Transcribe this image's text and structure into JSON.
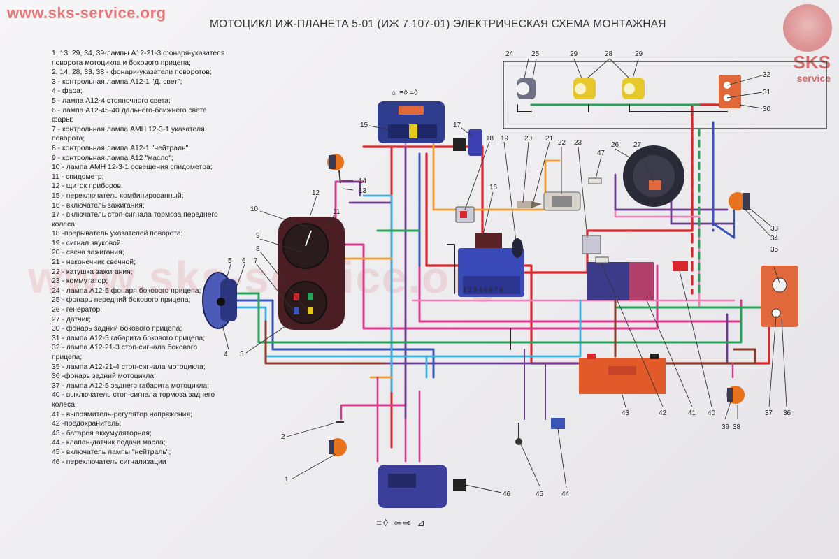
{
  "watermark": {
    "url": "www.sks-service.org",
    "brand_line1": "SKS",
    "brand_line2": "service"
  },
  "title": "МОТОЦИКЛ ИЖ-ПЛАНЕТА 5-01 (ИЖ 7.107-01) ЭЛЕКТРИЧЕСКАЯ СХЕМА МОНТАЖНАЯ",
  "legend": [
    "1, 13, 29, 34, 39-лампы А12-21-3 фонаря-указателя поворота мотоцикла и бокового прицепа;",
    "2, 14, 28, 33, 38 - фонари-указатели поворотов;",
    "3 - контрольная лампа А12-1 \"Д. свет\";",
    "4 - фара;",
    "5 - лампа А12-4 стояночного света;",
    "6 - лампа А12-45-40 дальнего-ближнего света фары;",
    "7 - контрольная лампа АМН 12-3-1 указателя поворота;",
    "8 - контрольная лампа А12-1 \"нейтраль\";",
    "9 - контрольная лампа А12 \"масло\";",
    "10 - лампа АМН 12-3-1 освещения спидометра;",
    "11  - спидометр;",
    "12 - щиток приборов;",
    "15 - переключатель комбинированный;",
    "16 - включатель зажигания;",
    "17 - включатель стоп-сигнала тормоза переднего колеса;",
    "18 -прерыватель указателей поворота;",
    "19 - сигнал звуковой;",
    "20 - свеча зажигания;",
    "21 - наконечник свечной;",
    "22 - катушка зажигания;",
    "23 - коммутатор;",
    "24 - лампа А12-5 фонаря бокового прицепа;",
    "25 - фонарь передний бокового прицепа;",
    "26 - генератор;",
    "27 - датчик;",
    "30 - фонарь задний бокового прицепа;",
    "31 - лампа А12-5 габарита бокового прицепа;",
    "32 - лампа А12-21-3 стоп-сигнала бокового прицепа;",
    "35 - лампа А12-21-4 стоп-сигнала мотоцикла;",
    "36 -фонарь задний мотоцикла;",
    "37 - лампа А12-5 заднего габарита мотоцикла;",
    "40 - выключатель стоп-сигнала тормоза заднего колеса;",
    "41 - выпрямитель-регулятор напряжения;",
    "42 -предохранитель;",
    "43 - батарея аккумуляторная;",
    "44 - клапан-датчик подачи масла;",
    "45 - включатель лампы \"нейтраль\";",
    "46 - переключатель сигнализации"
  ],
  "callouts": {
    "n1": "1",
    "n2": "2",
    "n3": "3",
    "n4": "4",
    "n5": "5",
    "n6": "6",
    "n7": "7",
    "n8": "8",
    "n9": "9",
    "n10": "10",
    "n11": "11",
    "n12": "12",
    "n13": "13",
    "n14": "14",
    "n15": "15",
    "n16": "16",
    "n17": "17",
    "n18": "18",
    "n19": "19",
    "n20": "20",
    "n21": "21",
    "n22": "22",
    "n23": "23",
    "n24": "24",
    "n25": "25",
    "n26": "26",
    "n27": "27",
    "n28": "28",
    "n29a": "29",
    "n29b": "29",
    "n30": "30",
    "n31": "31",
    "n32": "32",
    "n33": "33",
    "n34": "34",
    "n35": "35",
    "n36": "36",
    "n37": "37",
    "n38": "38",
    "n39": "39",
    "n40": "40",
    "n41": "41",
    "n42": "42",
    "n43": "43",
    "n44": "44",
    "n45": "45",
    "n46": "46",
    "n47": "47"
  },
  "ignition_switch_terminals": "1 2 3 4 5 6 7 8",
  "switch_bottom_icons": "≡◊ ⇦⇨ ⊿",
  "switch_top_icons": "☼ ≡◊ ≈◊",
  "colors": {
    "red": "#d8262a",
    "magenta": "#d63a8e",
    "pink": "#f07fb3",
    "purple": "#6b3b8f",
    "blue": "#3a55b8",
    "lightblue": "#39b0e0",
    "green": "#27a25a",
    "orange": "#f29a2e",
    "brown": "#8a3b2a",
    "black": "#222222",
    "darkgreen": "#1d6a3a",
    "yellow": "#e3c81f"
  }
}
